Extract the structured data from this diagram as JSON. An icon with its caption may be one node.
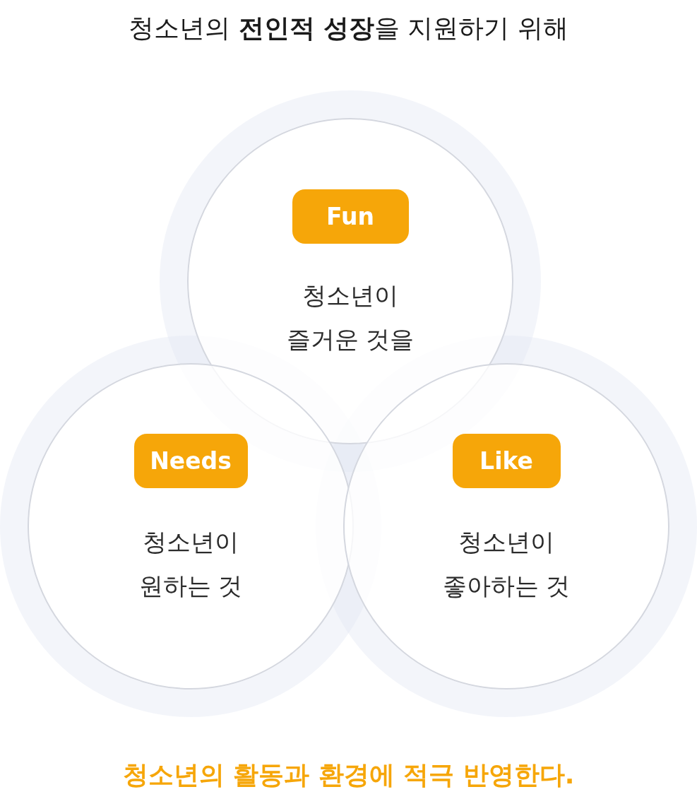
{
  "diagram": {
    "title": "청소년의 **전인적 성장**을 지원하기 위해",
    "caption": "청소년의 활동과 환경에 적극 반영한다.",
    "nodes": [
      {
        "text": [
          "청소년이 즐거운 것을"
        ]
      },
      {
        "text": [
          "Fun"
        ],
        "in": 0
      },
      {
        "text": [
          "청소년이 원하는 것"
        ]
      },
      {
        "text": [
          "Needs"
        ],
        "in": 2
      },
      {
        "text": [
          "청소년이 좋아하는 것"
        ]
      },
      {
        "text": [
          "Like"
        ],
        "in": 4
      }
    ]
  }
}
